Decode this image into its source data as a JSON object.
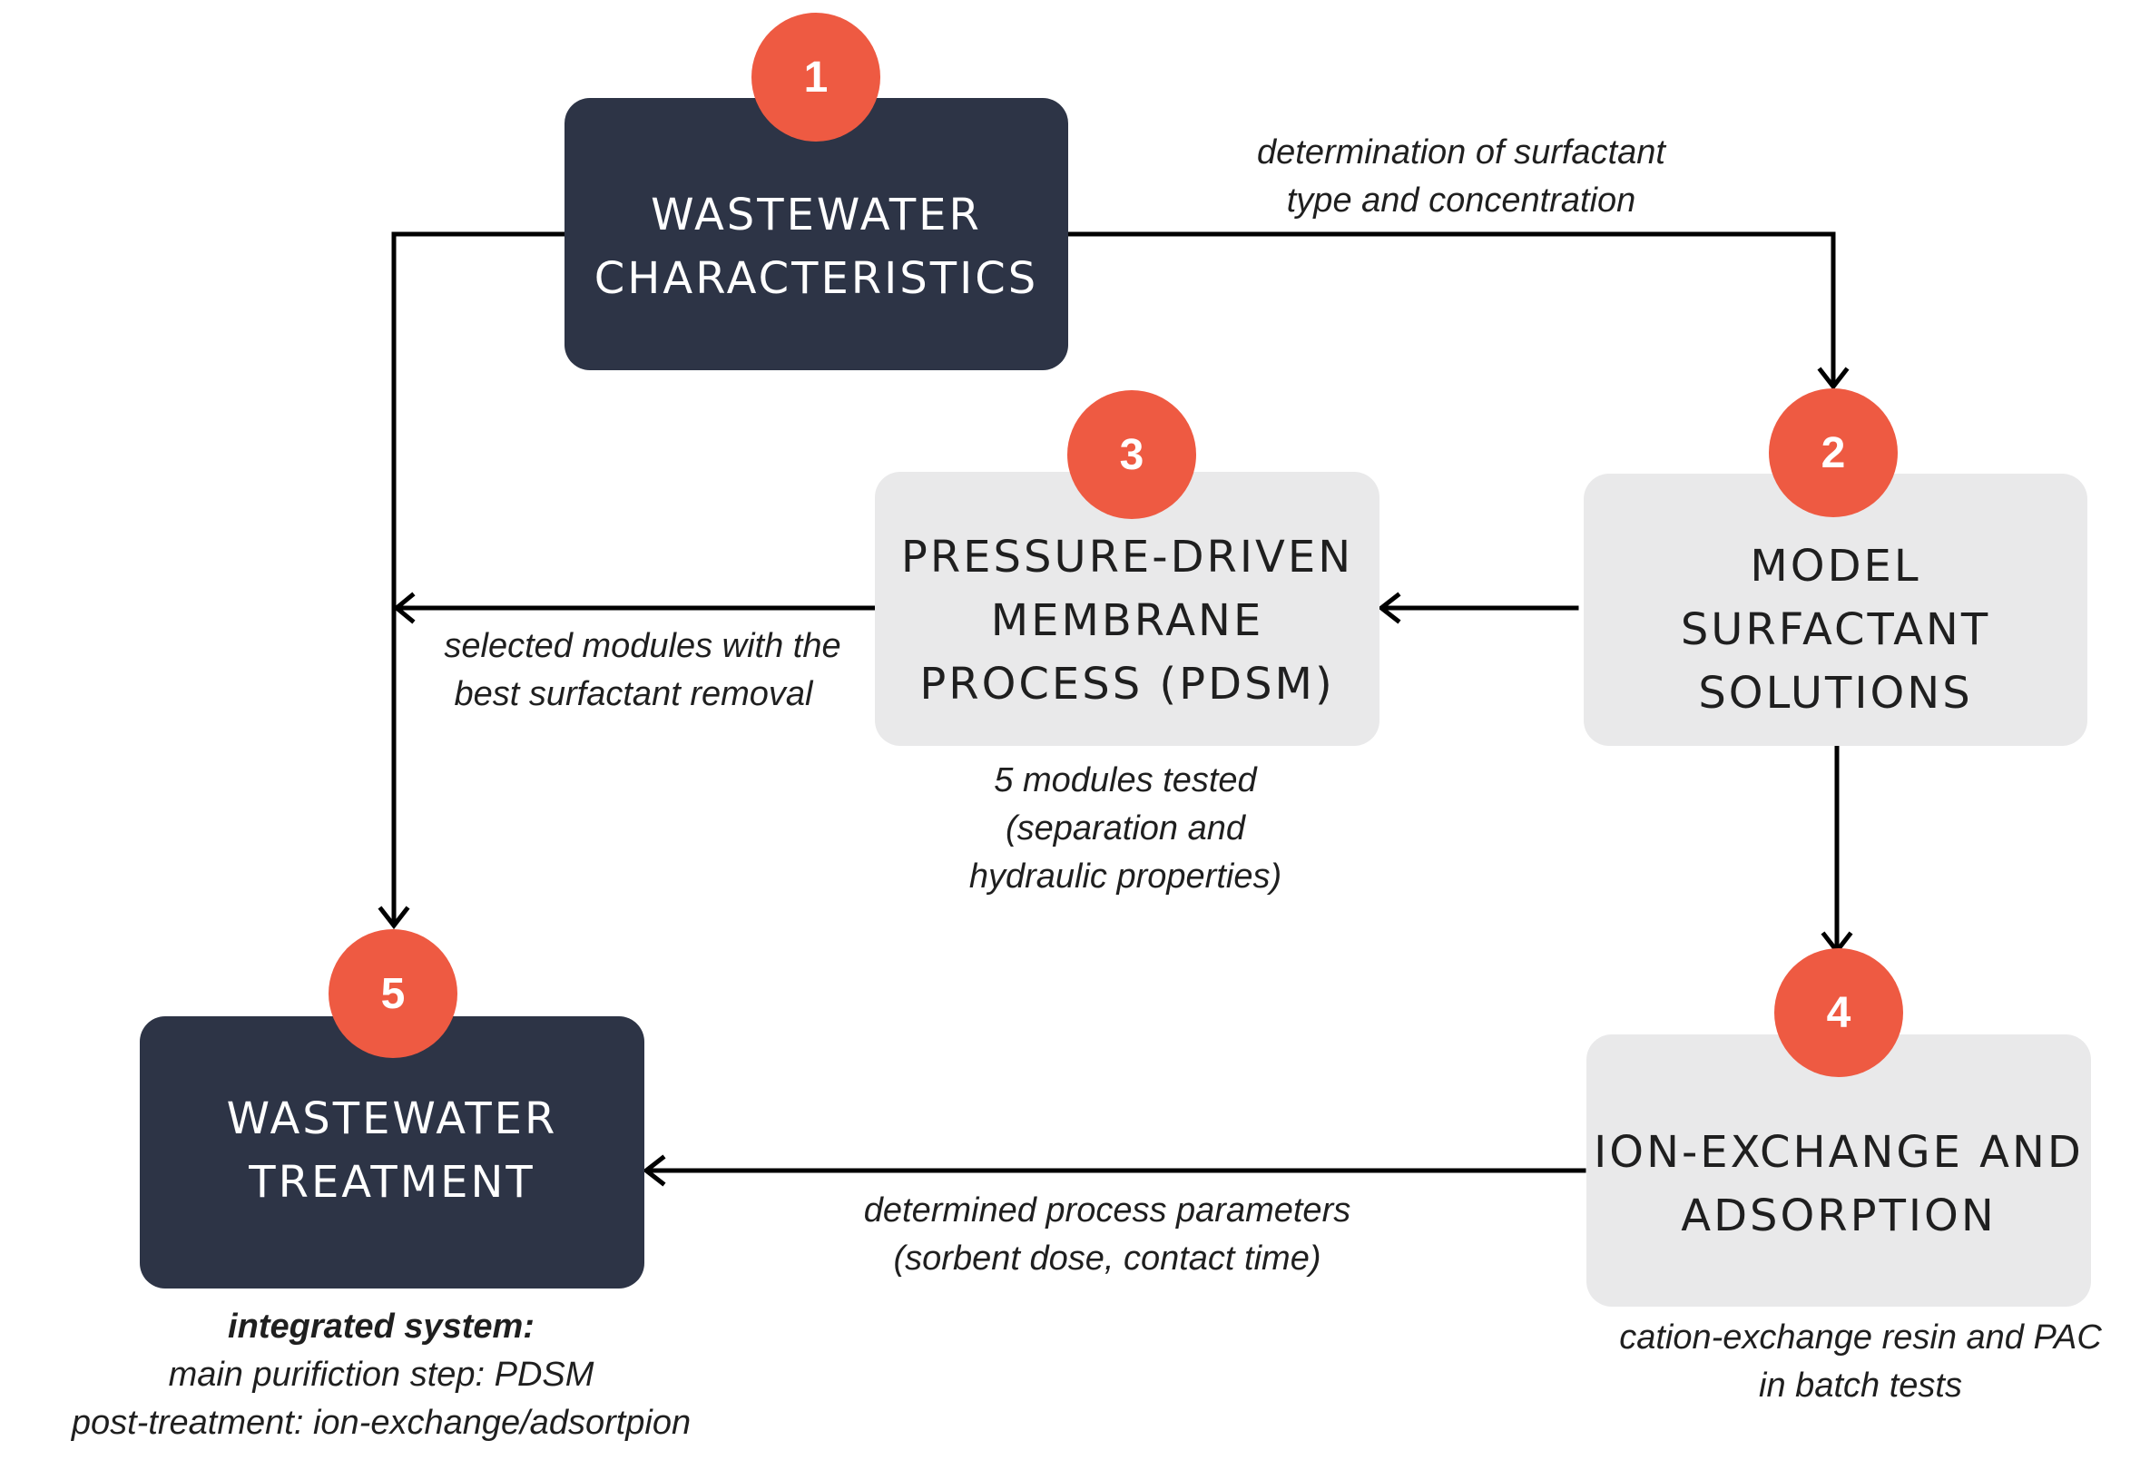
{
  "boxes": {
    "b1": {
      "line1": "WASTEWATER",
      "line2": "CHARACTERISTICS"
    },
    "b2": {
      "line1": "MODEL",
      "line2": "SURFACTANT",
      "line3": "SOLUTIONS"
    },
    "b3": {
      "line1": "PRESSURE-DRIVEN",
      "line2": "MEMBRANE",
      "line3": "PROCESS (PDSM)"
    },
    "b4": {
      "line1": "ION-EXCHANGE AND",
      "line2": "ADSORPTION"
    },
    "b5": {
      "line1": "WASTEWATER",
      "line2": "TREATMENT"
    }
  },
  "badges": {
    "n1": "1",
    "n2": "2",
    "n3": "3",
    "n4": "4",
    "n5": "5"
  },
  "notes": {
    "top": {
      "line1": "determination of surfactant",
      "line2": "type and concentration"
    },
    "selected": {
      "line1": "selected modules with the",
      "line2": "best surfactant removal"
    },
    "modules": {
      "line1": "5 modules tested",
      "line2": "(separation and",
      "line3": "hydraulic properties)"
    },
    "params": {
      "line1": "determined process parameters",
      "line2": "(sorbent dose, contact time)"
    },
    "cation": {
      "line1": "cation-exchange resin and PAC",
      "line2": "in batch tests"
    },
    "integrated": {
      "line1": "integrated system:",
      "line2": "main purifiction step: PDSM",
      "line3": "post-treatment: ion-exchange/adsortpion"
    }
  },
  "colors": {
    "dark_box": "#2d3446",
    "light_box": "#e9e9ea",
    "badge": "#ee5a42",
    "arrow": "#000000"
  }
}
